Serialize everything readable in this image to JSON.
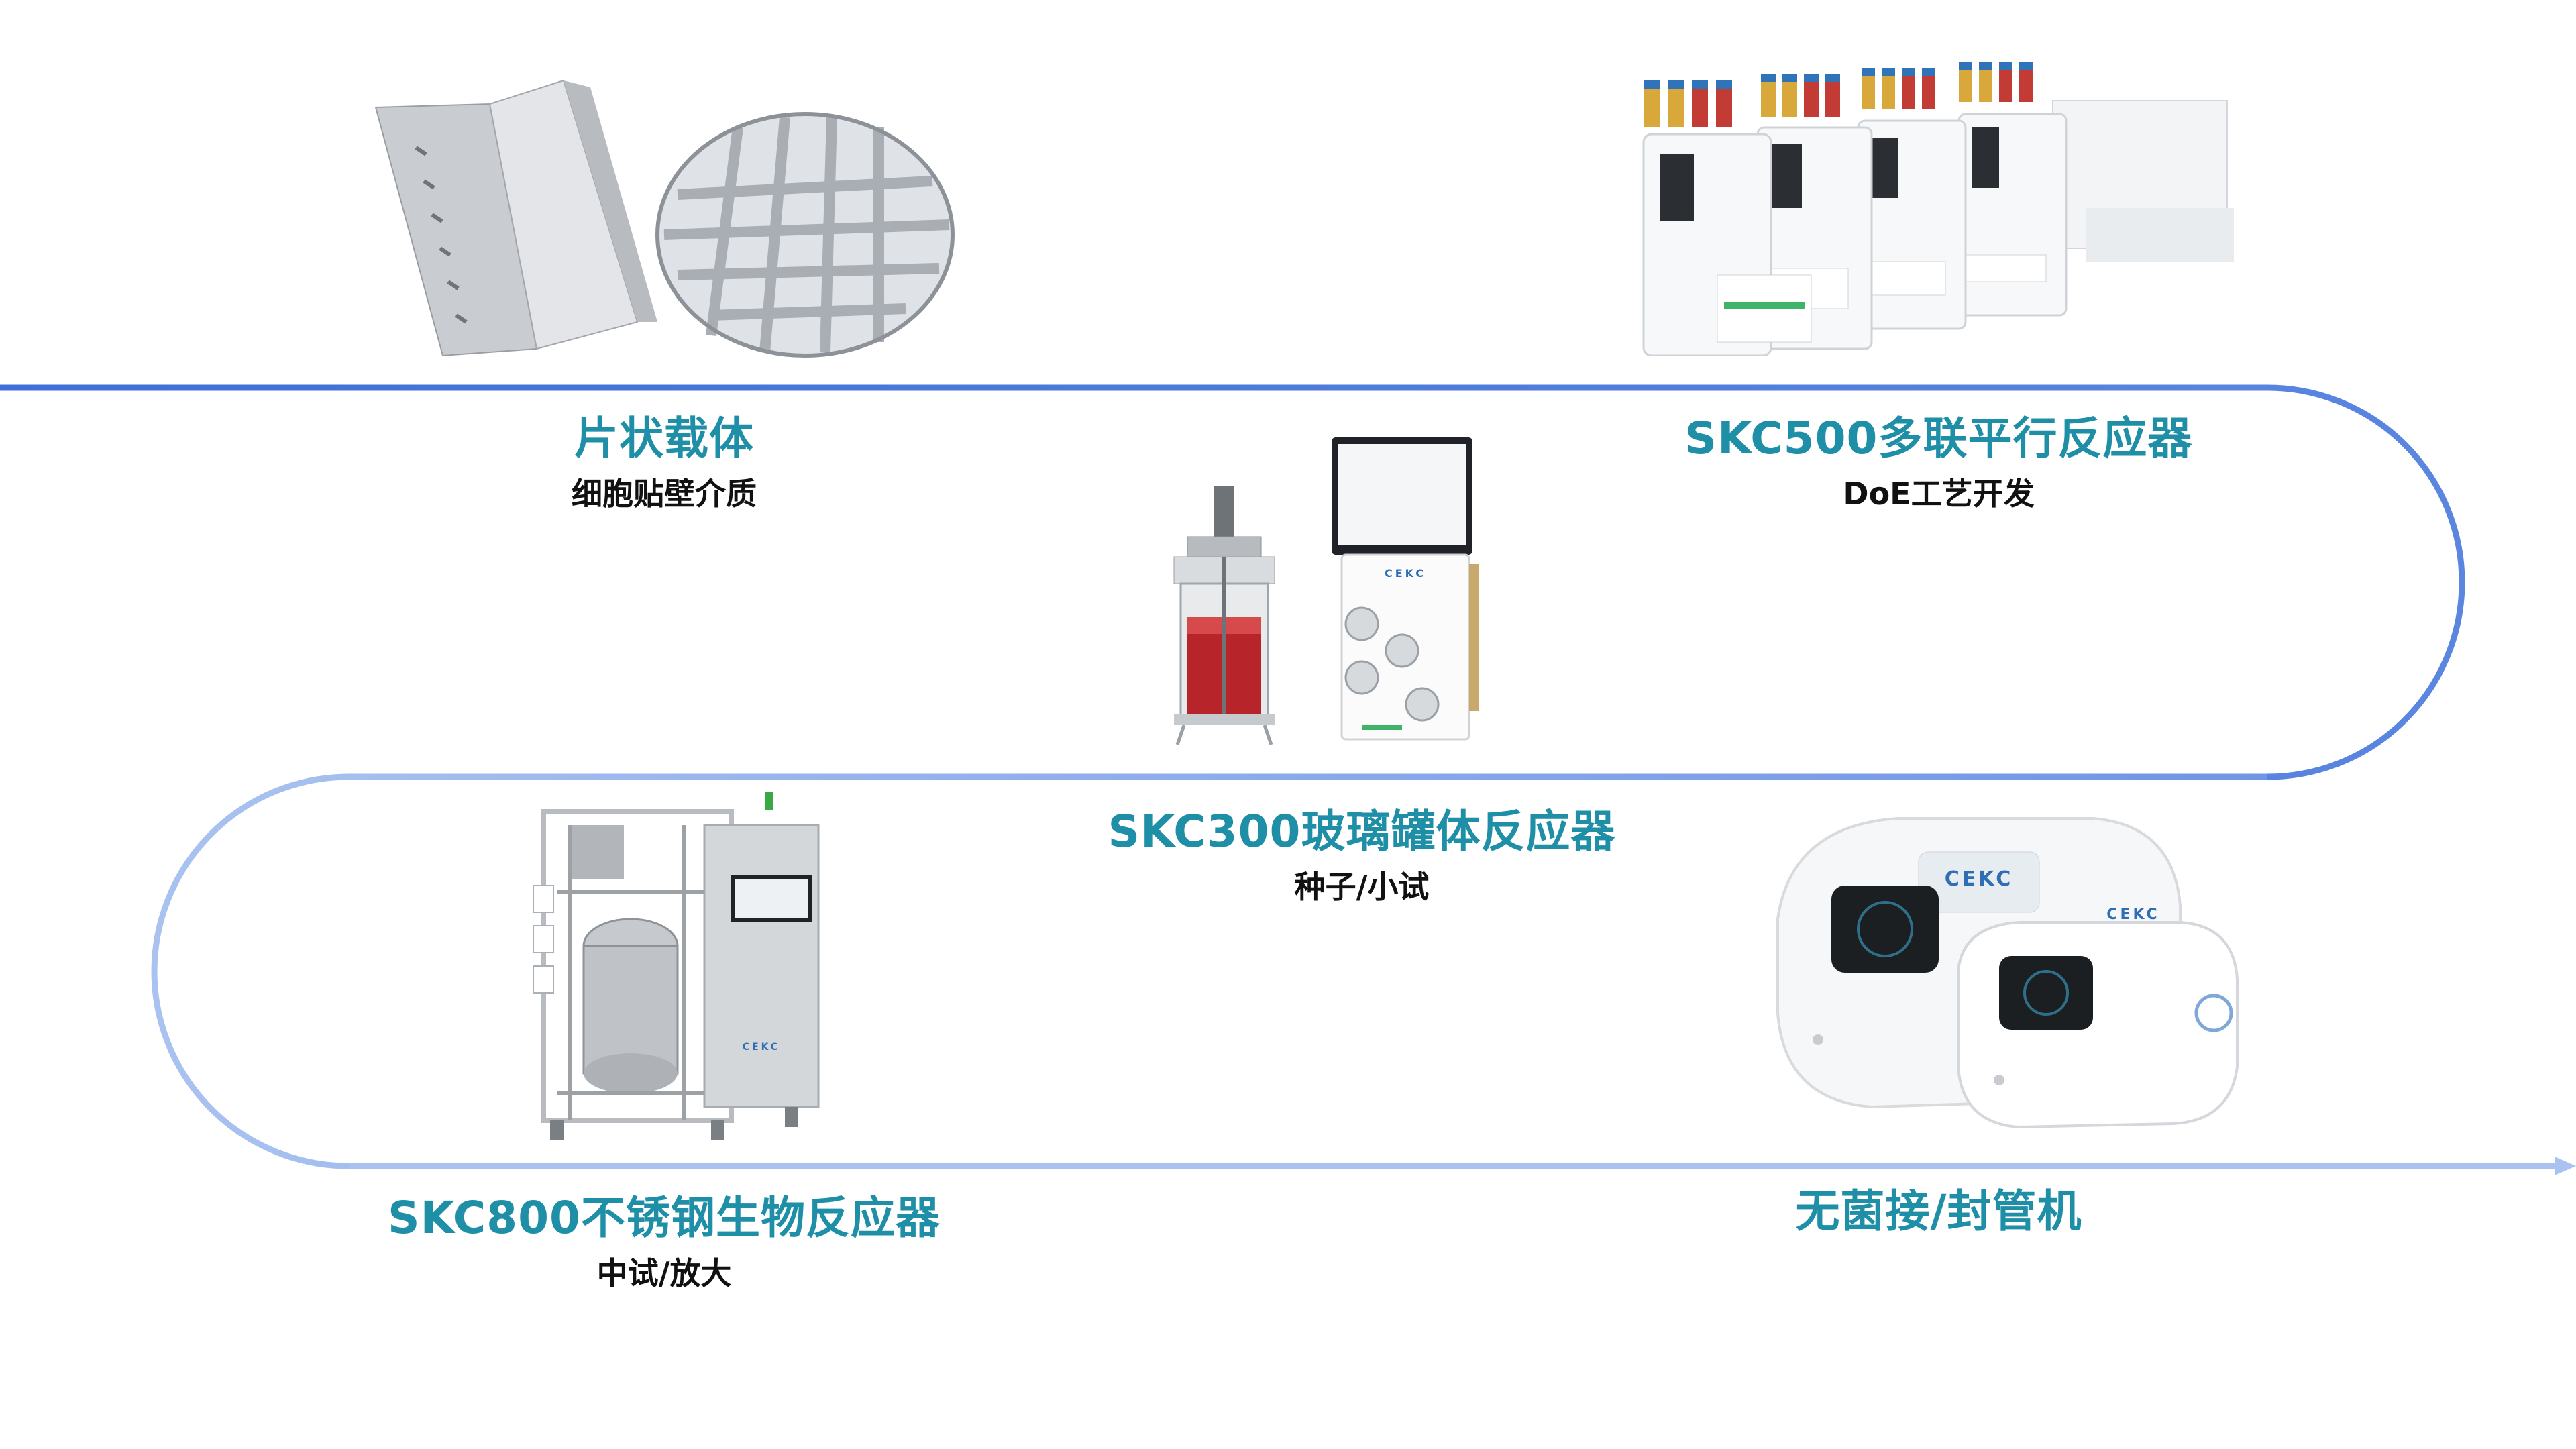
{
  "colors": {
    "title_teal": "#1e8fa6",
    "subtitle_black": "#111111",
    "path_dark_blue": "#3f6fd8",
    "path_light_blue": "#9bb7ee"
  },
  "stages": [
    {
      "title": "片状载体",
      "subtitle": "细胞贴壁介质",
      "icon": "sheet-carrier-image"
    },
    {
      "title": "SKC500多联平行反应器",
      "subtitle": "DoE工艺开发",
      "icon": "parallel-reactor-image"
    },
    {
      "title": "SKC300玻璃罐体反应器",
      "subtitle": "种子/小试",
      "icon": "glass-bioreactor-image"
    },
    {
      "title": "SKC800不锈钢生物反应器",
      "subtitle": "中试/放大",
      "icon": "steel-bioreactor-image"
    },
    {
      "title": "无菌接/封管机",
      "subtitle": "",
      "icon": "tube-welder-image"
    }
  ]
}
